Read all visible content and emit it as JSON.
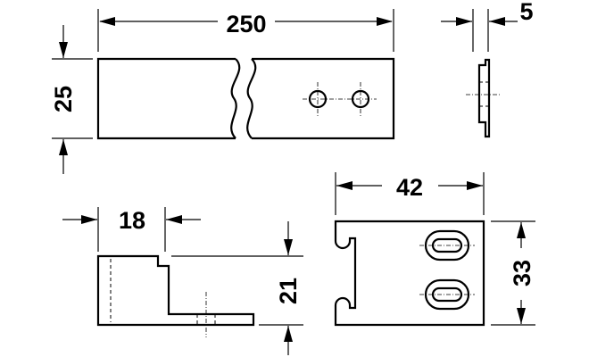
{
  "drawing": {
    "dimensions": {
      "top_length": "250",
      "top_height": "25",
      "side_thickness": "5",
      "offset_width": "18",
      "offset_height": "21",
      "bracket_width": "42",
      "bracket_height": "33"
    },
    "colors": {
      "line": "#000000",
      "background": "#ffffff"
    }
  }
}
